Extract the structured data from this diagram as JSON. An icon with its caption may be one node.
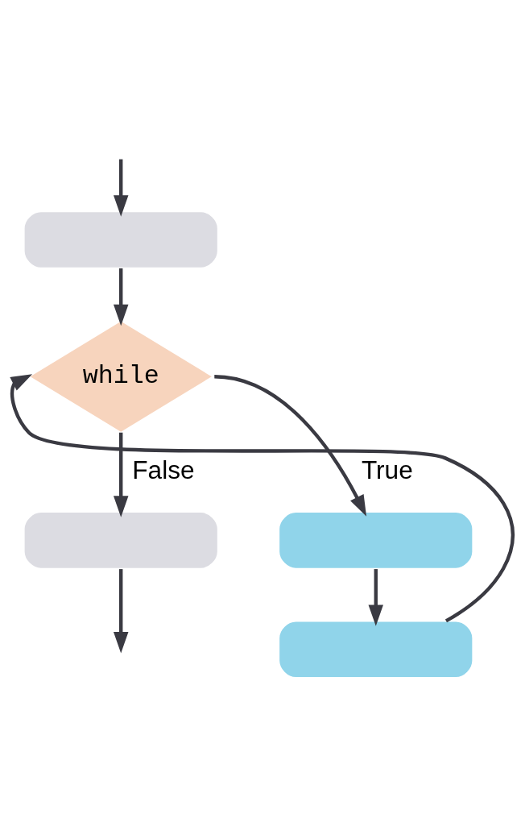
{
  "diagram": {
    "nodes": [
      {
        "text": [],
        "shape": "box"
      },
      {
        "text": [
          "while"
        ]
      },
      {
        "text": [],
        "shape": "box"
      },
      {
        "text": [],
        "shape": "box"
      },
      {
        "text": [],
        "shape": "box"
      }
    ],
    "edges": [
      {
        "from": null,
        "to": 0,
        "arrow": "to"
      },
      {
        "from": 0,
        "to": 1,
        "arrow": "to"
      },
      {
        "from": 1,
        "to": 2,
        "arrow": "to",
        "label": "True"
      },
      {
        "from": 2,
        "to": 3,
        "arrow": "to"
      },
      {
        "from": 3,
        "to": 1,
        "arrow": "to"
      },
      {
        "from": 1,
        "to": 4,
        "arrow": "to",
        "label": "False"
      },
      {
        "from": 4,
        "to": null,
        "arrow": "to"
      }
    ]
  }
}
